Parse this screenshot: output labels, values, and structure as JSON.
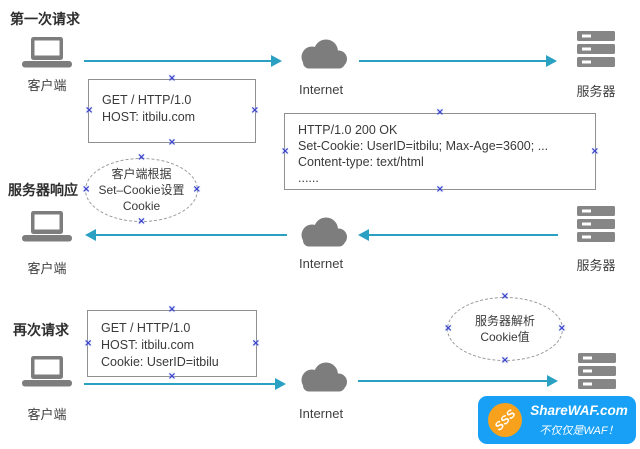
{
  "colors": {
    "arrow": "#2AA1C3",
    "device_gray": "#7d7d7d",
    "server_gray": "#868686",
    "box_border": "#909090",
    "dashed_border": "#999999",
    "handle_blue": "#3E3ECB",
    "badge_blue": "#17A0F6",
    "badge_orange": "#F7A11C",
    "text_dark": "#3a3a3a"
  },
  "row1": {
    "title": "第一次请求",
    "client": "客户端",
    "internet": "Internet",
    "server": "服务器",
    "request_box": {
      "lines": [
        "GET / HTTP/1.0",
        "HOST: itbilu.com"
      ]
    }
  },
  "response_box": {
    "lines": [
      "HTTP/1.0 200 OK",
      "Set-Cookie: UserID=itbilu; Max-Age=3600; ...",
      "Content-type: text/html",
      "......"
    ]
  },
  "row2": {
    "title": "服务器响应",
    "client": "客户端",
    "internet": "Internet",
    "server": "服务器",
    "note": {
      "lines": [
        "客户端根据",
        "Set–Cookie设置",
        "Cookie"
      ]
    }
  },
  "row3": {
    "title": "再次请求",
    "client": "客户端",
    "internet": "Internet",
    "request_box": {
      "lines": [
        "GET / HTTP/1.0",
        "HOST: itbilu.com",
        "Cookie: UserID=itbilu"
      ]
    },
    "note": {
      "lines": [
        "服务器解析",
        "Cookie值"
      ]
    }
  },
  "badge": {
    "logo": "SSS",
    "title": "ShareWAF.com",
    "subtitle": "不仅仅是WAF！"
  }
}
